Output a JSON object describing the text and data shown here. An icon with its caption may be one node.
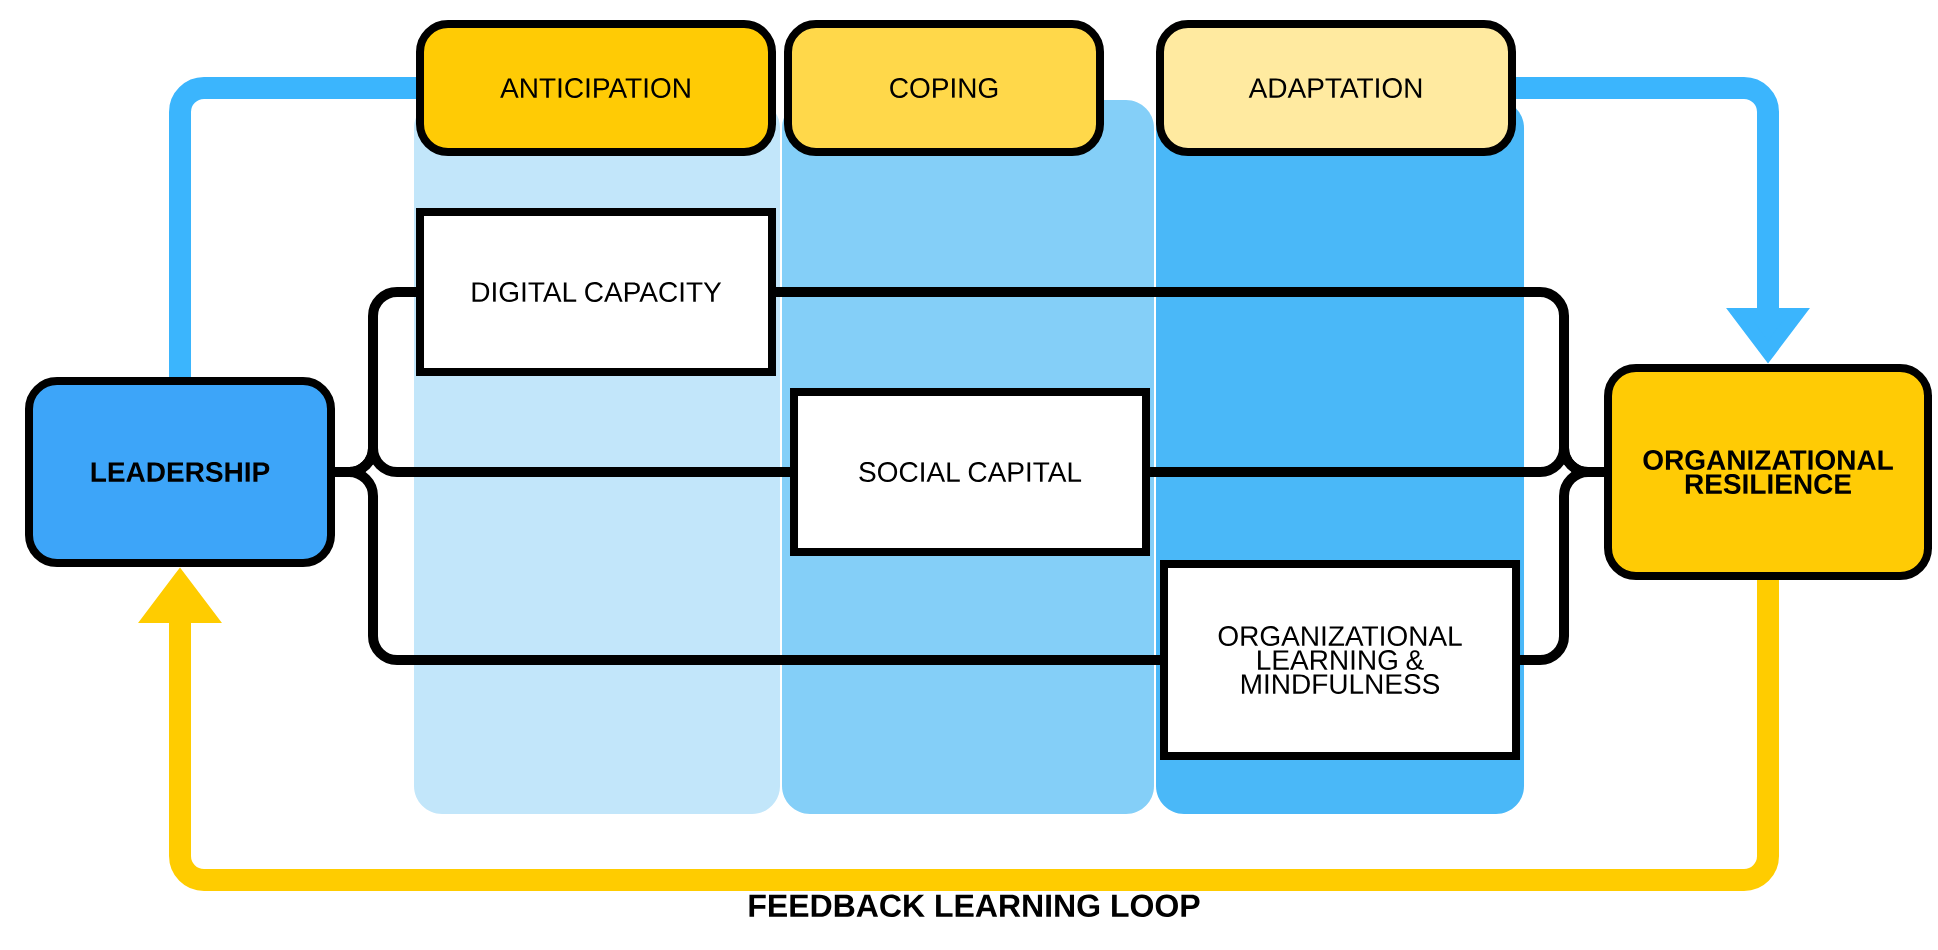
{
  "diagram": {
    "nodes": [
      {
        "text": [
          "LEADERSHIP"
        ]
      },
      {
        "text": [
          "ANTICIPATION"
        ]
      },
      {
        "text": [
          "COPING"
        ]
      },
      {
        "text": [
          "ADAPTATION"
        ]
      },
      {
        "text": [
          "DIGITAL CAPACITY"
        ]
      },
      {
        "text": [
          "SOCIAL CAPITAL"
        ]
      },
      {
        "text": [
          "ORGANIZATIONAL LEARNING & MINDFULNESS"
        ]
      },
      {
        "text": [
          "ORGANIZATIONAL RESILIENCE"
        ]
      }
    ],
    "edges": [
      {
        "from": 0,
        "to": 1,
        "arrow": "none",
        "style": "thick",
        "color": "#3bb5fd"
      },
      {
        "from": 3,
        "to": 7,
        "arrow": "to",
        "style": "thick",
        "color": "#3bb5fd"
      },
      {
        "from": 7,
        "to": 0,
        "arrow": "to",
        "style": "thick",
        "color": "#ffcc00",
        "label": "FEEDBACK LEARNING LOOP"
      },
      {
        "from": 0,
        "to": 4,
        "arrow": "none"
      },
      {
        "from": 0,
        "to": 5,
        "arrow": "none"
      },
      {
        "from": 0,
        "to": 6,
        "arrow": "none"
      },
      {
        "from": 4,
        "to": 7,
        "arrow": "none"
      },
      {
        "from": 5,
        "to": 7,
        "arrow": "none"
      },
      {
        "from": 6,
        "to": 7,
        "arrow": "none"
      }
    ]
  }
}
